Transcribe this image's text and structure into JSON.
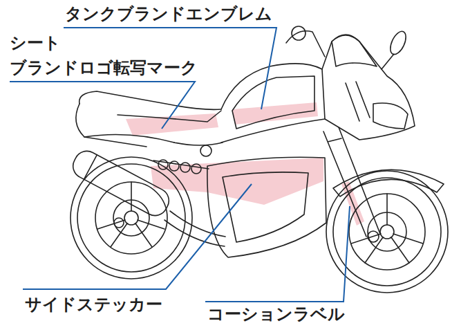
{
  "diagram": {
    "labels": [
      "タンクブランドエンブレム",
      "シート ブランドロゴ転写マーク",
      "サイドステッカー",
      "コーションラベル"
    ]
  }
}
